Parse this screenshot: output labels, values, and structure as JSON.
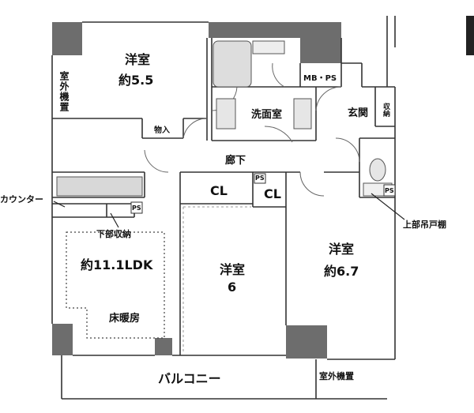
{
  "rooms": {
    "west_bedroom": {
      "name": "洋室",
      "size": "約5.5"
    },
    "ldk": {
      "size": "約11.1LDK"
    },
    "center_bedroom": {
      "name": "洋室",
      "size": "6"
    },
    "east_bedroom": {
      "name": "洋室",
      "size": "約6.7"
    }
  },
  "labels": {
    "outdoor_unit": "室外機置",
    "storage": "物入",
    "mb_ps": "MB・PS",
    "washroom": "洗面室",
    "entrance": "玄関",
    "entrance_storage": "収納",
    "hallway": "廊下",
    "closet": "CL",
    "ps": "PS",
    "counter": "カウンター",
    "under_storage": "下部収納",
    "floor_heating": "床暖房",
    "upper_cabinet": "上部吊戸棚",
    "balcony": "バルコニー"
  }
}
